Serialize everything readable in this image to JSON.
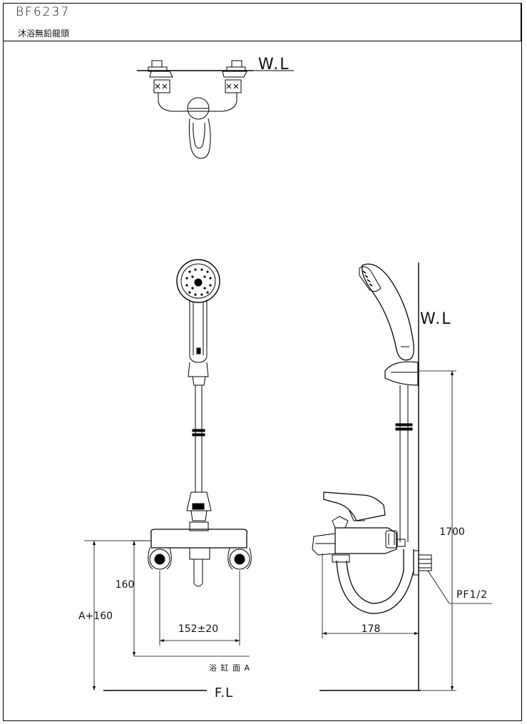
{
  "title_block": {
    "model_code": "BF6237",
    "product_name": "沐浴無鉛龍頭"
  },
  "labels": {
    "water_line_top": "W.L",
    "water_line_side": "W.L",
    "floor_line": "F.L",
    "tub_surface": "浴 缸 面 A",
    "dim_pipe_spacing": "152±20",
    "dim_height_160": "160",
    "dim_height_a160": "A+160",
    "dim_projection": "178",
    "dim_bar_height": "1700",
    "thread_spec": "PF1/2"
  }
}
